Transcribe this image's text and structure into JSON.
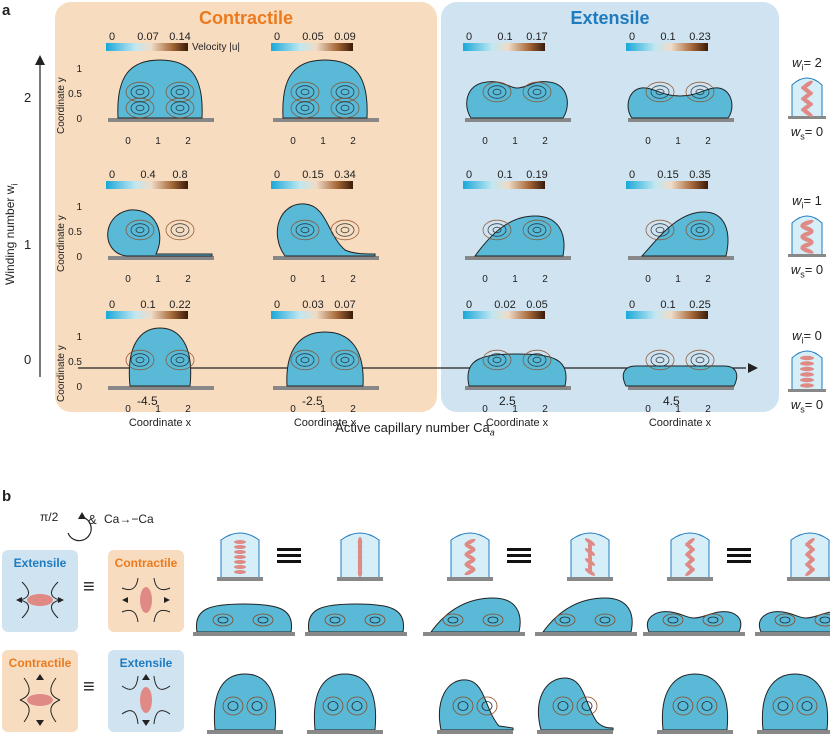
{
  "panel_a": {
    "letter": "a",
    "contractile_title": "Contractile",
    "extensile_title": "Extensile",
    "colorbar_label": "Velocity |u|",
    "y_axis_label": "Winding number w",
    "y_axis_label_sub": "i",
    "x_axis_label": "Active capillary number Ca",
    "x_axis_label_sub": "a",
    "x_values": [
      "-4.5",
      "-2.5",
      "2.5",
      "4.5"
    ],
    "winding_values": [
      "2",
      "1",
      "0"
    ],
    "coord_x_label": "Coordinate x",
    "coord_y_label": "Coordinate y",
    "coord_x_ticks": [
      "0",
      "1",
      "2"
    ],
    "coord_y_ticks": [
      "1",
      "0.5",
      "0"
    ],
    "colorbars": [
      [
        [
          "0",
          "0.07",
          "0.14"
        ],
        [
          "0",
          "0.05",
          "0.09"
        ],
        [
          "0",
          "0.1",
          "0.17"
        ],
        [
          "0",
          "0.1",
          "0.23"
        ]
      ],
      [
        [
          "0",
          "0.4",
          "0.8"
        ],
        [
          "0",
          "0.15",
          "0.34"
        ],
        [
          "0",
          "0.1",
          "0.19"
        ],
        [
          "0",
          "0.15",
          "0.35"
        ]
      ],
      [
        [
          "0",
          "0.1",
          "0.22"
        ],
        [
          "0",
          "0.03",
          "0.07"
        ],
        [
          "0",
          "0.02",
          "0.05"
        ],
        [
          "0",
          "0.1",
          "0.25"
        ]
      ]
    ],
    "side_labels": [
      {
        "wi": "w",
        "wi_val": "= 2",
        "ws": "w",
        "ws_val": "= 0"
      },
      {
        "wi": "w",
        "wi_val": "= 1",
        "ws": "w",
        "ws_val": "= 0"
      },
      {
        "wi": "w",
        "wi_val": "= 0",
        "ws": "w",
        "ws_val": "= 0"
      }
    ]
  },
  "panel_b": {
    "letter": "b",
    "rotation_label": "π/2",
    "ampersand": "&",
    "ca_transform": "Ca",
    "ca_transform_to": "→−Ca",
    "box_extensile": "Extensile",
    "box_contractile": "Contractile",
    "equiv_symbol": "≡"
  },
  "colors": {
    "contractile_bg": "#f8dcc0",
    "extensile_bg": "#cfe3f1",
    "contractile_accent": "#ec7a1c",
    "extensile_accent": "#1f7bbf",
    "droplet_fill": "#5ab9d6",
    "flow_hot": "#8a4a22",
    "substrate": "#888888",
    "director": "#e08a86"
  }
}
